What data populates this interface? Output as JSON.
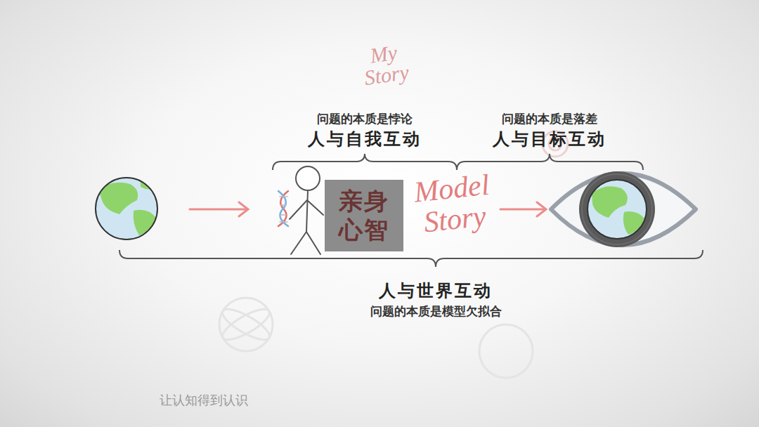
{
  "diagram": {
    "nodes": [
      {
        "text": [
          "亲身 心智"
        ]
      }
    ],
    "labels": [
      "My Story",
      "问题的本质是悖论",
      "人与自我互动",
      "问题的本质是落差",
      "人与目标互动",
      "Model Story",
      "人与世界互动",
      "问题的本质是模型欠拟合",
      "让认知得到认识"
    ]
  }
}
